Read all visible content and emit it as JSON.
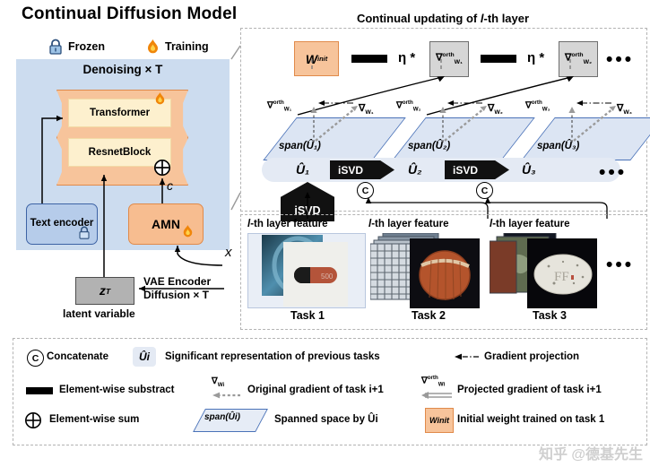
{
  "title": "Continual Diffusion Model",
  "legend_top": {
    "frozen": "Frozen",
    "training": "Training",
    "lock_icon": "lock-icon",
    "flame_icon": "flame-icon"
  },
  "left_panel": {
    "denoise_title": "Denoising × T",
    "unet": {
      "transformer": "Transformer",
      "resnet": "ResnetBlock",
      "flame_icon": "flame-icon"
    },
    "text_encoder": "Text encoder",
    "text_encoder_lock": "lock-icon",
    "amn": "AMN",
    "amn_flame": "flame-icon",
    "latent_box": "z",
    "latent_sup": "T",
    "latent_caption": "latent variable",
    "vae_line1": "VAE Encoder",
    "vae_line2": "Diffusion × T",
    "cond_label": "c",
    "input_label": "x",
    "sum_icon": "circled-plus-icon"
  },
  "update_panel": {
    "title_a": "Continual updating of ",
    "title_b": "l",
    "title_c": "-th layer",
    "w_init": "W",
    "w_init_sub": "init",
    "minus_icon": "element-wise-subtract-icon",
    "eta": "η *",
    "grad_boxes": [
      {
        "base": "∇",
        "sup": "orth",
        "sub": "W₁"
      },
      {
        "base": "∇",
        "sup": "orth",
        "sub": "W₂"
      }
    ],
    "ellipsis": "•••",
    "columns": [
      {
        "proj": "∇",
        "proj_sup": "orth",
        "proj_sub": "W₁",
        "orig": "∇",
        "orig_sub": "W₁",
        "span": "span(Û₁)"
      },
      {
        "proj": "∇",
        "proj_sup": "orth",
        "proj_sub": "W₂",
        "orig": "∇",
        "orig_sub": "W₂",
        "span": "span(Û₂)"
      },
      {
        "proj": "∇",
        "proj_sup": "orth",
        "proj_sub": "W₃",
        "orig": "∇",
        "orig_sub": "W₃",
        "span": "span(Û₃)"
      }
    ],
    "u_labels": [
      "Û₁",
      "Û₂",
      "Û₃"
    ],
    "isvd_label": "iSVD",
    "concat_label": "C",
    "u_ellipsis": "•••"
  },
  "tasks": [
    {
      "caption_a": "l",
      "caption_b": "-th layer feature",
      "name": "Task 1"
    },
    {
      "caption_a": "l",
      "caption_b": "-th layer feature",
      "name": "Task 2"
    },
    {
      "caption_a": "l",
      "caption_b": "-th layer feature",
      "name": "Task 3"
    }
  ],
  "task_ellipsis": "•••",
  "legend": {
    "row1": [
      {
        "icon": "circled-c-icon",
        "icon_text": "C",
        "label": "Concatenate"
      },
      {
        "icon": "u-hat-icon",
        "icon_text": "Ûi",
        "label": "Significant representation of previous tasks"
      },
      {
        "icon": "dashed-arrow-icon",
        "label": "Gradient projection"
      }
    ],
    "row2": [
      {
        "icon": "black-bar-icon",
        "label": "Element-wise substract"
      },
      {
        "icon": "original-gradient-icon",
        "icon_text": "∇Wi",
        "label": "Original gradient of task i+1"
      },
      {
        "icon": "projected-gradient-icon",
        "icon_text": "∇orth Wi",
        "label": "Projected gradient of task i+1"
      }
    ],
    "row3": [
      {
        "icon": "circled-plus-icon",
        "label": "Element-wise sum"
      },
      {
        "icon": "span-parallelogram-icon",
        "icon_text": "span(Ûi)",
        "label": "Spanned space by Ûi"
      },
      {
        "icon": "w-init-icon",
        "icon_text": "Winit",
        "label": "Initial weight trained on task 1"
      }
    ]
  },
  "watermark": "知乎 @德基先生",
  "colors": {
    "panel_blue": "#ccdcef",
    "orange": "#f7c49b",
    "orange_border": "#e08a4a",
    "cream": "#fdf0ce",
    "blue_box": "#b6ccea",
    "blue_border": "#3d63a5",
    "gray_box": "#d6d6d6",
    "span_fill": "#dce5f3",
    "span_border": "#4a72b8",
    "bar_fill": "#e4eaf4",
    "black": "#111111"
  }
}
